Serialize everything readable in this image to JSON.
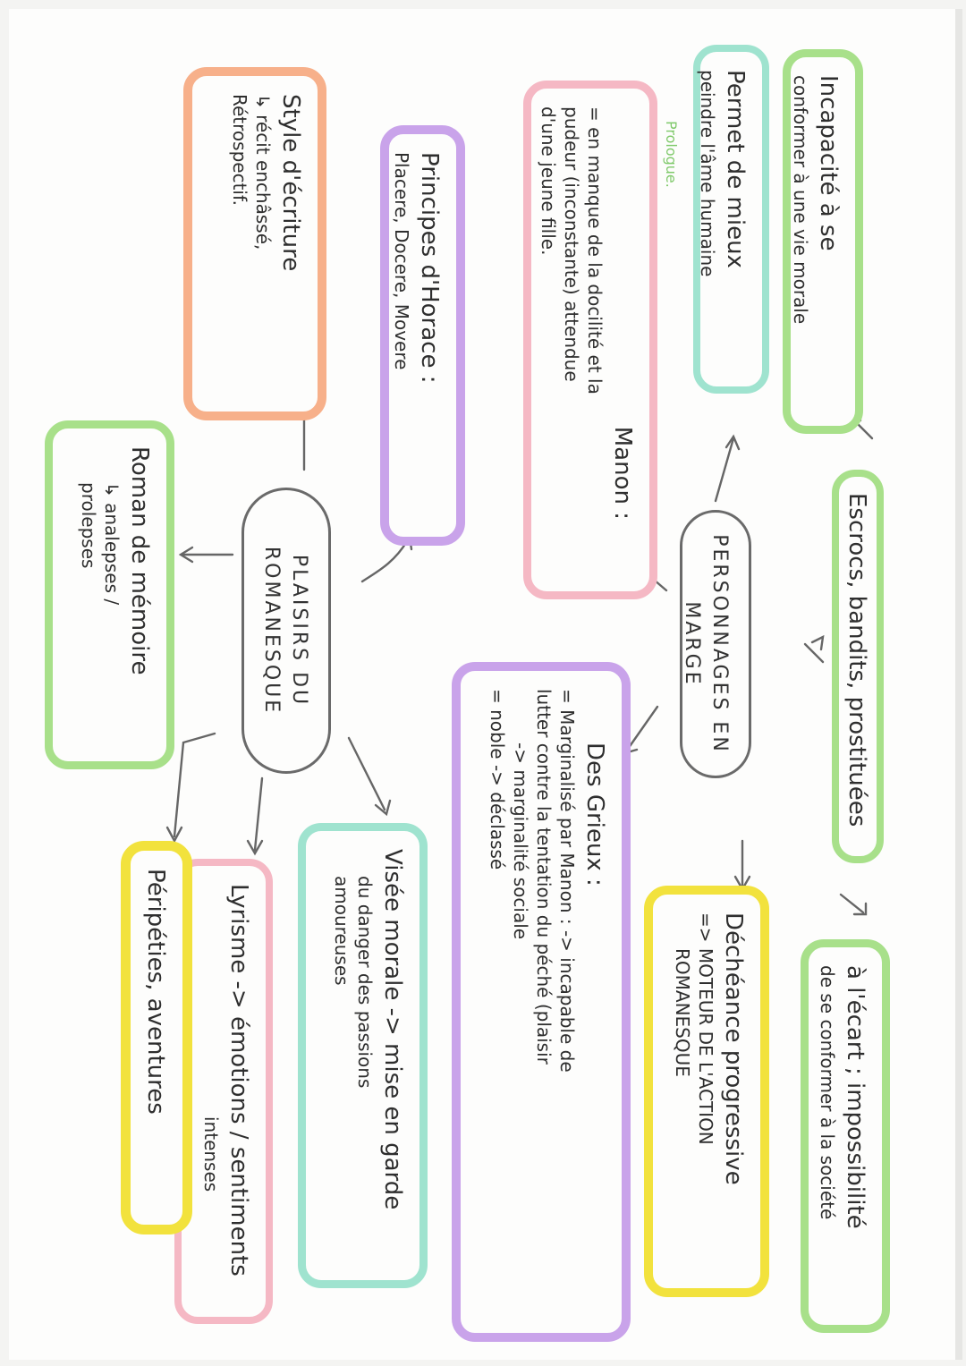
{
  "colors": {
    "green": "#a8e08a",
    "mint": "#9fe3cf",
    "pink": "#f5b8c4",
    "purple": "#c9a3ea",
    "orange": "#f7b08a",
    "yellow": "#f2e23d",
    "gray": "#6a6a6a"
  },
  "hub_personnages": {
    "line1": "PERSONNAGES EN",
    "line2": "MARGE"
  },
  "hub_plaisirs": {
    "line1": "PLAISIRS DU",
    "line2": "ROMANESQUE"
  },
  "incapacite": {
    "line1": "Incapacité à se",
    "line2": "conformer à une vie morale"
  },
  "escrocs": {
    "text": "Escrocs, bandits, prostituées"
  },
  "ecart": {
    "line1": "à l'écart ; impossibilité",
    "line2": "de se conformer à la société"
  },
  "peindre": {
    "line1": "Permet de mieux",
    "line2": "peindre l'âme humaine"
  },
  "prologue": {
    "text": "Prologue."
  },
  "manon": {
    "title": "Manon :",
    "line1": "= en manque de la docilité et la",
    "line2": "pudeur (inconstante) attendue",
    "line3": "d'une jeune fille."
  },
  "degrieux": {
    "title": "Des Grieux :",
    "line1": "= Marginalisé par Manon : -> incapable de",
    "line2": "lutter contre la tentation du péché (plaisir",
    "line3": "-> marginalité sociale",
    "line4": "= noble -> déclassé"
  },
  "decheance": {
    "line1": "Déchéance progressive",
    "line2": "=> MOTEUR DE L'ACTION",
    "line3": "ROMANESQUE"
  },
  "horace": {
    "line1": "Principes d'Horace :",
    "line2": "Placere, Docere, Movere"
  },
  "style": {
    "line1": "Style d'écriture",
    "line2": "↳ récit enchâssé,",
    "line3": "Rétrospectif."
  },
  "memoire": {
    "line1": "Roman de mémoire",
    "line2": "↳ analepses /",
    "line3": "prolepses"
  },
  "visee": {
    "line1": "Visée morale -> mise en garde",
    "line2": "du danger des passions",
    "line3": "amoureuses"
  },
  "lyrisme": {
    "line1": "Lyrisme -> émotions / sentiments",
    "line2": "intenses"
  },
  "peripeties": {
    "text": "Péripéties, aventures"
  }
}
